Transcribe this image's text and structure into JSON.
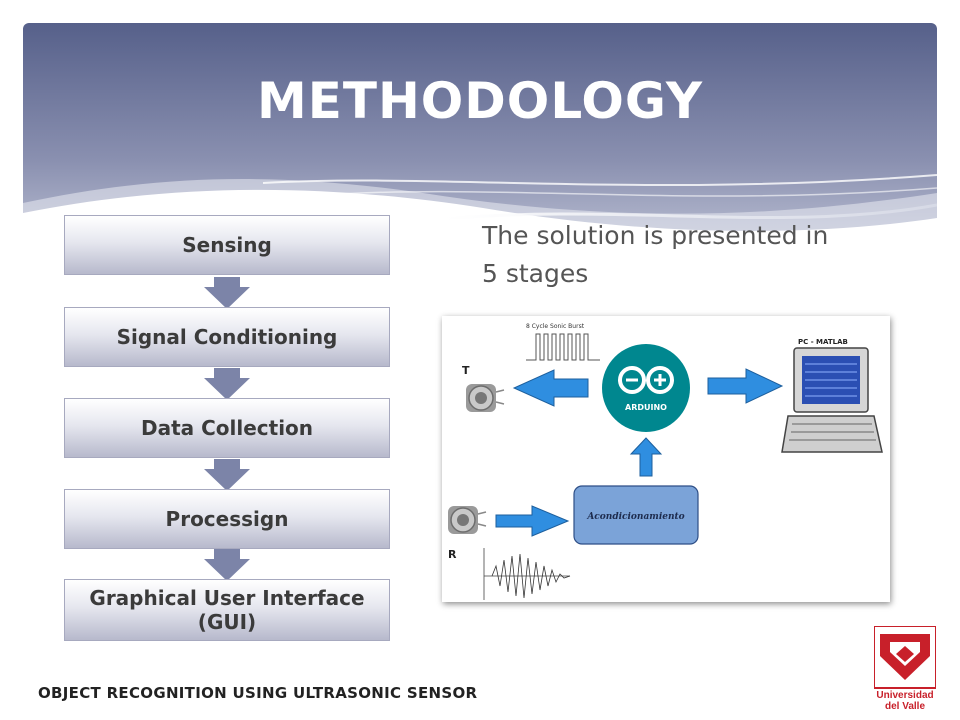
{
  "slide": {
    "title": "METHODOLOGY",
    "subtitle": "The solution is presented in 5 stages",
    "footer": "OBJECT RECOGNITION USING ULTRASONIC SENSOR"
  },
  "stages": [
    {
      "label": "Sensing"
    },
    {
      "label": "Signal Conditioning"
    },
    {
      "label": "Data Collection"
    },
    {
      "label": "Processign"
    },
    {
      "label": "Graphical User Interface (GUI)"
    }
  ],
  "diagram": {
    "burst_label": "8 Cycle Sonic Burst",
    "transmitter_label": "T",
    "receiver_label": "R",
    "controller_label": "ARDUINO",
    "conditioning_label": "Acondicionamiento",
    "pc_label": "PC - MATLAB"
  },
  "logo": {
    "line1": "Universidad",
    "line2": "del Valle"
  },
  "colors": {
    "header_top": "#56608a",
    "header_bottom": "#b9bed3",
    "arrow_blue": "#2f8ee0",
    "arduino_teal": "#00878f",
    "stage_arrow": "#7c84a8",
    "logo_red": "#c8202a"
  }
}
